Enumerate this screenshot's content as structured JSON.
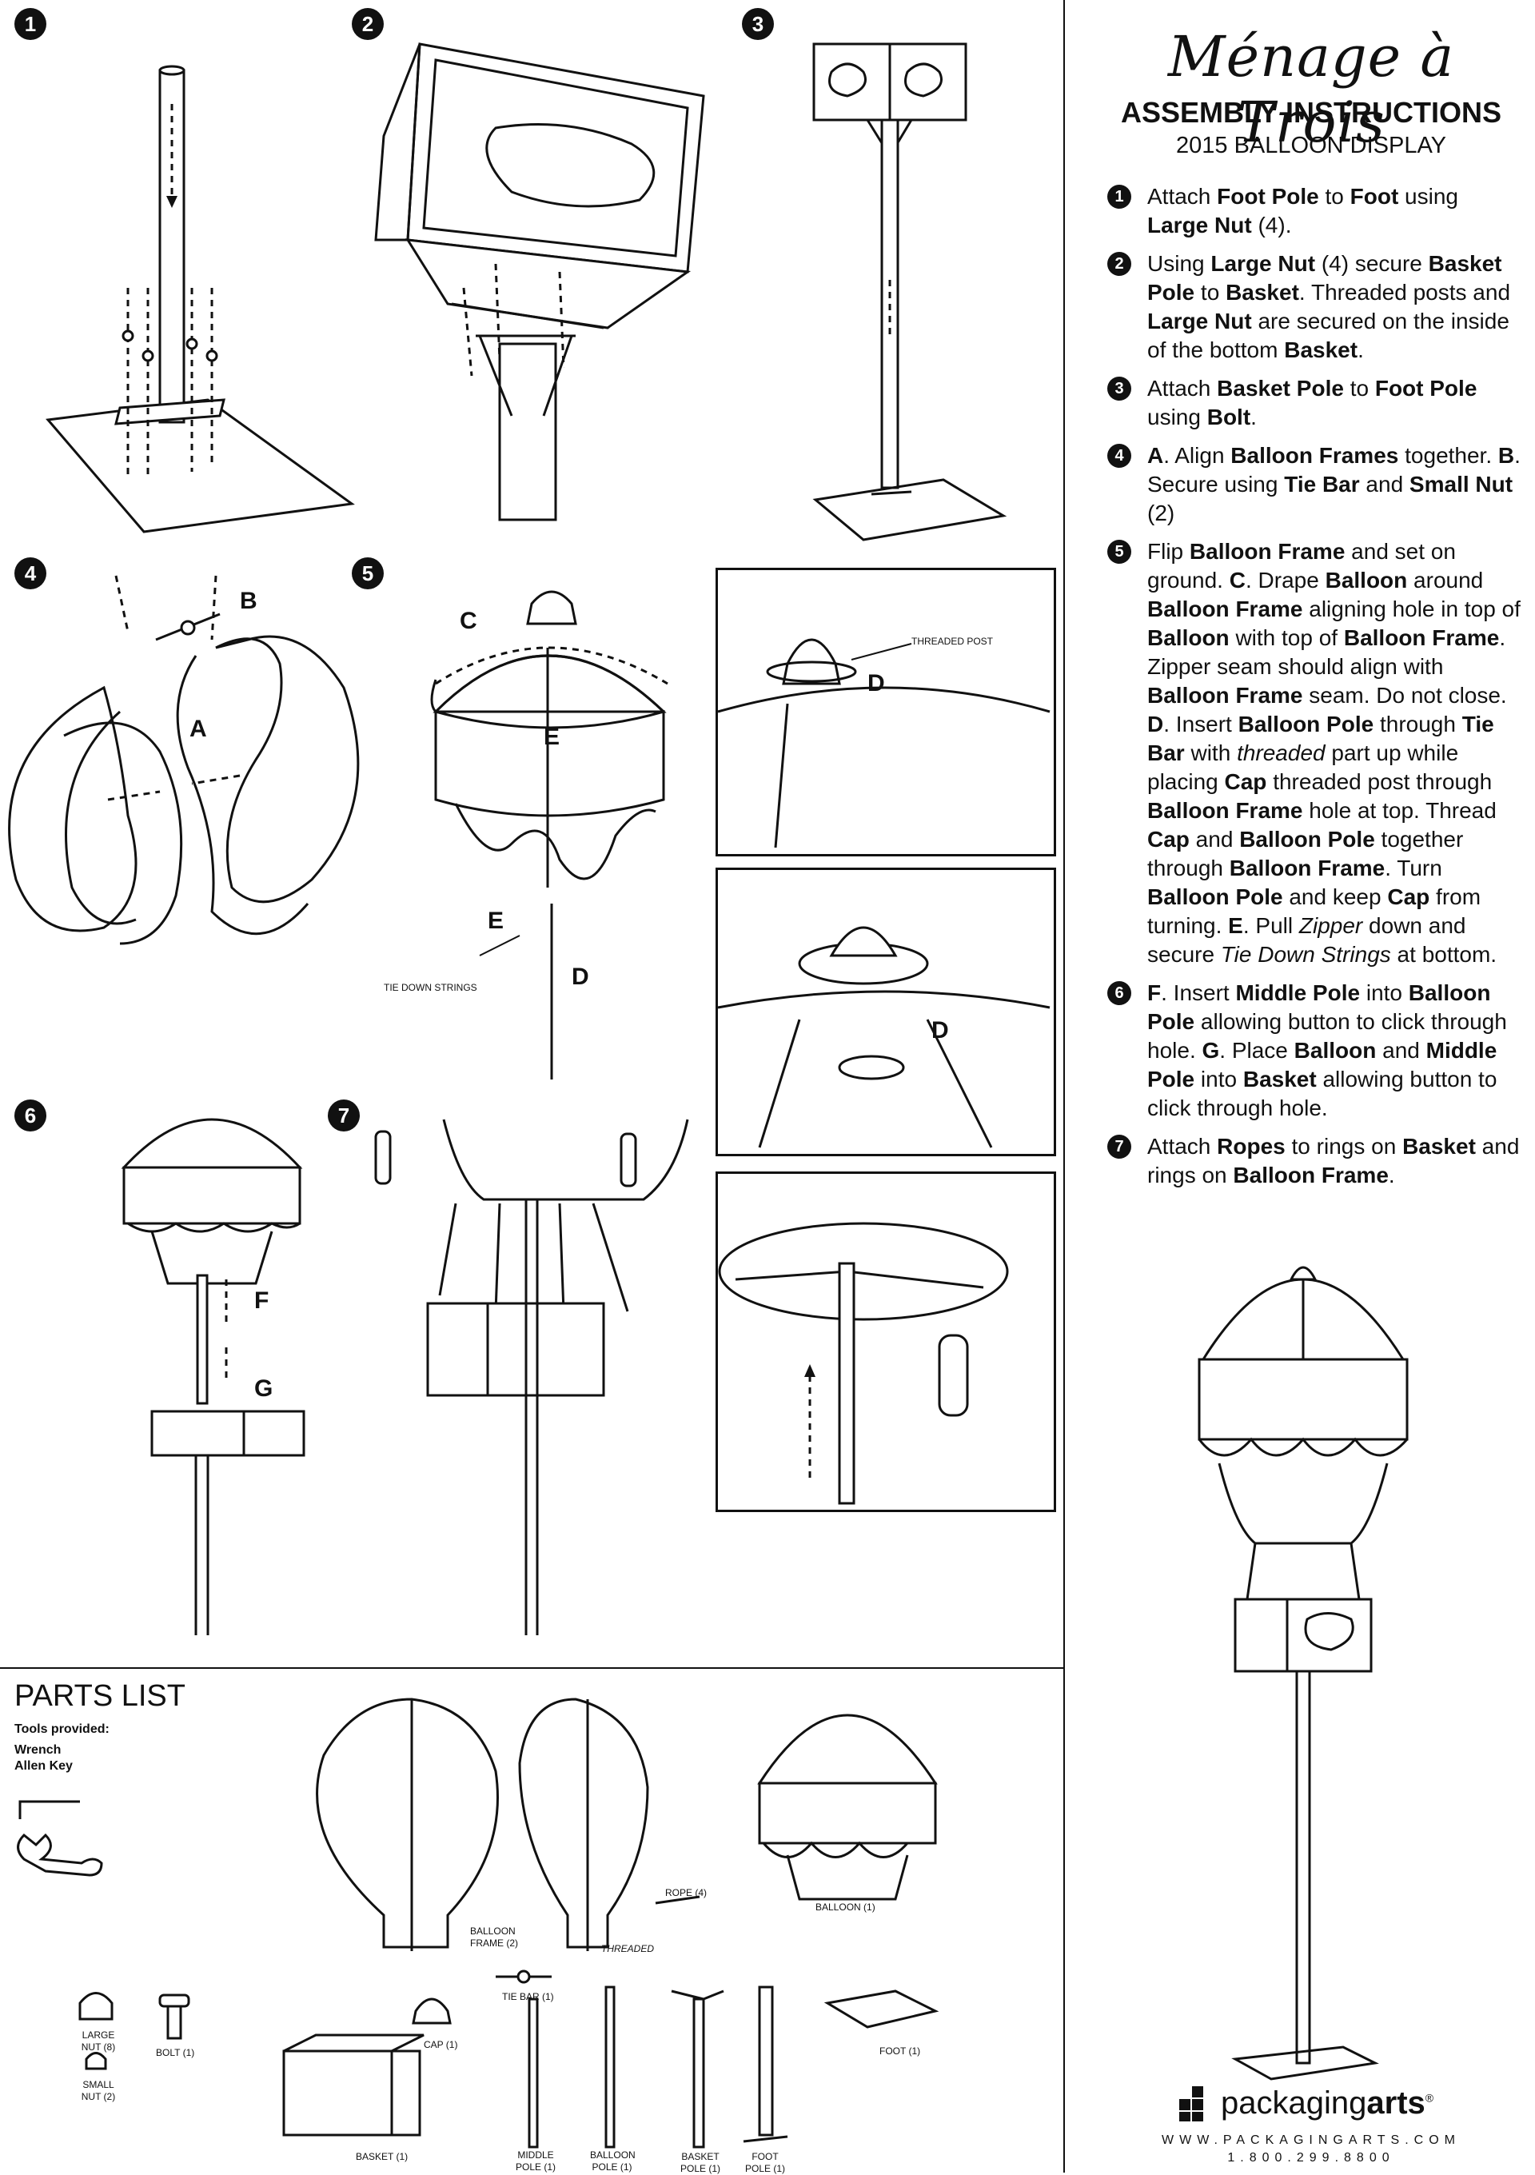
{
  "header": {
    "brand": "Ménage à Trois",
    "title": "ASSEMBLY INSTRUCTIONS",
    "subtitle": "2015 BALLOON DISPLAY"
  },
  "steps": [
    {
      "num": "1",
      "html": "Attach <b>Foot Pole</b> to <b>Foot</b> using <b>Large Nut</b> (4)."
    },
    {
      "num": "2",
      "html": "Using <b>Large Nut</b> (4) secure <b>Basket Pole</b> to <b>Basket</b>. Threaded posts and <b>Large Nut</b> are secured on the inside of the bottom <b>Basket</b>."
    },
    {
      "num": "3",
      "html": "Attach <b>Basket Pole</b> to <b>Foot Pole</b> using <b>Bolt</b>."
    },
    {
      "num": "4",
      "html": "<b>A</b>. Align <b>Balloon Frames</b> together. <b>B</b>. Secure using <b>Tie Bar</b> and <b>Small Nut</b> (2)"
    },
    {
      "num": "5",
      "html": "Flip <b>Balloon Frame</b> and set on ground. <b>C</b>. Drape <b>Balloon</b> around <b>Balloon Frame</b> aligning hole in top of <b>Balloon</b> with top of <b>Balloon Frame</b>. Zipper seam should align with <b>Balloon Frame</b> seam. Do not close. <b>D</b>. Insert <b>Balloon Pole</b> through <b>Tie Bar</b> with <i>threaded</i> part up while placing <b>Cap</b> threaded post through <b>Balloon Frame</b> hole at top. Thread <b>Cap</b> and <b>Balloon Pole</b> together through <b>Balloon Frame</b>. Turn <b>Balloon Pole</b> and keep <b>Cap</b> from turning. <b>E</b>. Pull <i>Zipper</i> down and secure <i>Tie Down Strings</i> at bottom."
    },
    {
      "num": "6",
      "html": "<b>F</b>. Insert <b>Middle Pole</b> into <b>Balloon Pole</b> allowing button to click through hole. <b>G</b>. Place <b>Balloon</b> and <b>Middle Pole</b> into <b>Basket</b> allowing button to click through hole."
    },
    {
      "num": "7",
      "html": "Attach <b>Ropes</b> to rings on <b>Basket</b> and rings on <b>Balloon Frame</b>."
    }
  ],
  "diagram_numbers": [
    "1",
    "2",
    "3",
    "4",
    "5",
    "6",
    "7"
  ],
  "callouts": {
    "a": "A",
    "b": "B",
    "c": "C",
    "d": "D",
    "e": "E",
    "f": "F",
    "g": "G",
    "tie_down_strings": "TIE DOWN STRINGS",
    "threaded_post": "THREADED POST"
  },
  "parts": {
    "title": "PARTS LIST",
    "tools_title": "Tools provided:",
    "tools": [
      "Wrench",
      "Allen Key"
    ],
    "balloon_frame": "BALLOON FRAME (2)",
    "balloon": "BALLOON (1)",
    "rope": "ROPE (4)",
    "threaded": "THREADED",
    "tie_bar": "TIE BAR (1)",
    "large_nut": "LARGE NUT (8)",
    "bolt": "BOLT (1)",
    "cap": "CAP (1)",
    "small_nut": "SMALL NUT (2)",
    "foot": "FOOT (1)",
    "basket": "BASKET (1)",
    "middle_pole": "MIDDLE POLE (1)",
    "balloon_pole": "BALLOON POLE (1)",
    "basket_pole": "BASKET POLE (1)",
    "foot_pole": "FOOT POLE (1)"
  },
  "footer": {
    "logo_light": "packaging",
    "logo_bold": "arts",
    "registered": "®",
    "website": "WWW.PACKAGINGARTS.COM",
    "phone": "1.800.299.8800"
  }
}
